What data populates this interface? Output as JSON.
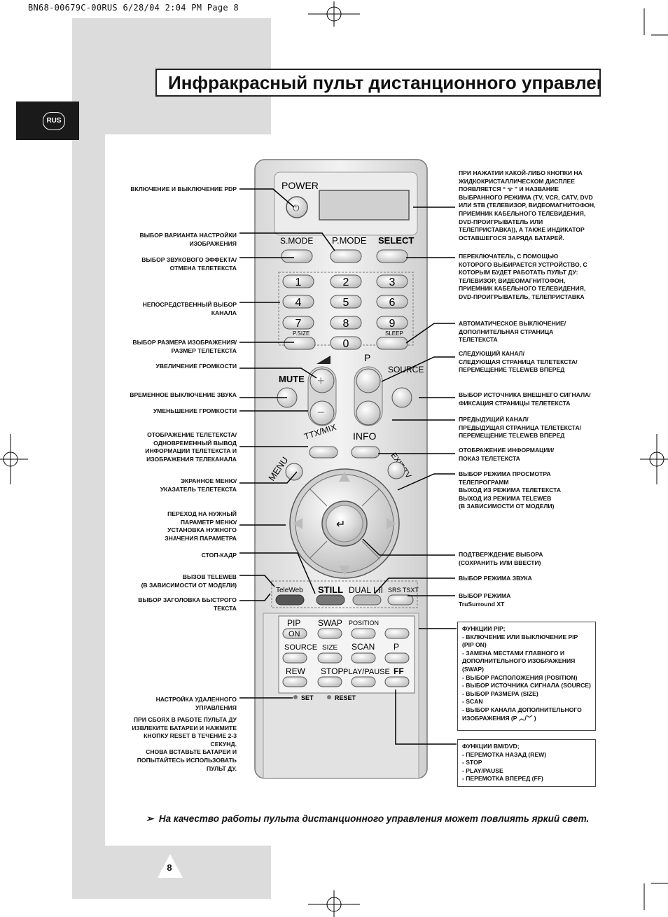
{
  "header": {
    "text": "BN68-00679C-00RUS  6/28/04 2:04 PM  Page 8"
  },
  "lang_tab": {
    "label": "RUS"
  },
  "title": "Инфракрасный пульт дистанционного управления",
  "left_labels": [
    "ВКЛЮЧЕНИЕ И ВЫКЛЮЧЕНИЕ PDP",
    "ВЫБОР ВАРИАНТА НАСТРОЙКИ\nИЗОБРАЖЕНИЯ",
    "ВЫБОР ЗВУКОВОГО ЭФФЕКТА/\nОТМЕНА ТЕЛЕТЕКСТА",
    "НЕПОСРЕДСТВЕННЫЙ ВЫБОР\nКАНАЛА",
    "ВЫБОР РАЗМЕРА ИЗОБРАЖЕНИЯ/\nРАЗМЕР ТЕЛЕТЕКСТА",
    "УВЕЛИЧЕНИЕ ГРОМКОСТИ",
    "ВРЕМЕННОЕ ВЫКЛЮЧЕНИЕ ЗВУКА",
    "УМЕНЬШЕНИЕ ГРОМКОСТИ",
    "ОТОБРАЖЕНИЕ ТЕЛЕТЕКСТА/\nОДНОВРЕМЕННЫЙ ВЫВОД\nИНФОРМАЦИИ ТЕЛЕТЕКСТА И\nИЗОБРАЖЕНИЯ ТЕЛЕКАНАЛА",
    "ЭКРАННОЕ МЕНЮ/\nУКАЗАТЕЛЬ ТЕЛЕТЕКСТА",
    "ПЕРЕХОД НА НУЖНЫЙ\nПАРАМЕТР МЕНЮ/\nУСТАНОВКА НУЖНОГО\nЗНАЧЕНИЯ ПАРАМЕТРА",
    "СТОП-КАДР",
    "ВЫЗОВ TELEWEB\n(В ЗАВИСИМОСТИ ОТ МОДЕЛИ)",
    "ВЫБОР ЗАГОЛОВКА БЫСТРОГО\nТЕКСТА",
    "НАСТРОЙКА УДАЛЕННОГО\nУПРАВЛЕНИЯ",
    "ПРИ СБОЯХ В РАБОТЕ ПУЛЬТА ДУ\nИЗВЛЕКИТЕ БАТАРЕИ И НАЖМИТЕ\nКНОПКУ RESET В ТЕЧЕНИЕ 2-3\nСЕКУНД.\nСНОВА ВСТАВЬТЕ БАТАРЕИ И\nПОПЫТАЙТЕСЬ ИСПОЛЬЗОВАТЬ\nПУЛЬТ ДУ."
  ],
  "right_labels": [
    "ПРИ НАЖАТИИ КАКОЙ-ЛИБО КНОПКИ НА\nЖИДКОКРИСТАЛЛИЧЕСКОМ ДИСПЛЕЕ\nПОЯВЛЯЕТСЯ “ ᯤ ” И НАЗВАНИЕ\nВЫБРАННОГО РЕЖИМА (TV, VCR, CATV, DVD\nИЛИ STB (ТЕЛЕВИЗОР, ВИДЕОМАГНИТОФОН,\nПРИЕМНИК КАБЕЛЬНОГО ТЕЛЕВИДЕНИЯ,\nDVD-ПРОИГРЫВАТЕЛЬ ИЛИ\nТЕЛЕПРИСТАВКА)), А ТАКЖЕ ИНДИКАТОР\nОСТАВШЕГОСЯ ЗАРЯДА БАТАРЕЙ.",
    "ПЕРЕКЛЮЧАТЕЛЬ, С ПОМОЩЬЮ\nКОТОРОГО ВЫБИРАЕТСЯ УСТРОЙСТВО, С\nКОТОРЫМ БУДЕТ РАБОТАТЬ ПУЛЬТ ДУ:\nТЕЛЕВИЗОР, ВИДЕОМАГНИТОФОН,\nПРИЕМНИК КАБЕЛЬНОГО ТЕЛЕВИДЕНИЯ,\nDVD-ПРОИГРЫВАТЕЛЬ, ТЕЛЕПРИСТАВКА",
    "АВТОМАТИЧЕСКОЕ ВЫКЛЮЧЕНИЕ/\nДОПОЛНИТЕЛЬНАЯ СТРАНИЦА\nТЕЛЕТЕКСТА",
    "СЛЕДУЮЩИЙ КАНАЛ/\nСЛЕДУЮЩАЯ СТРАНИЦА ТЕЛЕТЕКСТА/\nПЕРЕМЕЩЕНИЕ TELEWEB ВПЕРЕД",
    "ВЫБОР ИСТОЧНИКА ВНЕШНЕГО СИГНАЛА/\nФИКСАЦИЯ СТРАНИЦЫ ТЕЛЕТЕКСТА",
    "ПРЕДЫДУЩИЙ КАНАЛ/\nПРЕДЫДУЩАЯ СТРАНИЦА ТЕЛЕТЕКСТА/\nПЕРЕМЕЩЕНИЕ TELEWEB ВПЕРЕД",
    "ОТОБРАЖЕНИЕ ИНФОРМАЦИИ/\nПОКАЗ ТЕЛЕТЕКСТА",
    "ВЫБОР РЕЖИМА ПРОСМОТРА\nТЕЛЕПРОГРАММ\nВЫХОД ИЗ РЕЖИМА ТЕЛЕТЕКСТА\nВЫХОД ИЗ РЕЖИМА TELEWEB\n(В ЗАВИСИМОСТИ ОТ МОДЕЛИ)",
    "ПОДТВЕРЖДЕНИЕ ВЫБОРА\n(СОХРАНИТЬ ИЛИ ВВЕСТИ)",
    "ВЫБОР РЕЖИМА ЗВУКА",
    "ВЫБОР РЕЖИМА\nTruSurround XT"
  ],
  "pip_box": "ФУНКЦИИ PIP;\n- ВКЛЮЧЕНИЕ ИЛИ ВЫКЛЮЧЕНИЕ PIP\n   (PIP ON)\n- ЗАМЕНА МЕСТАМИ ГЛАВНОГО И\n   ДОПОЛНИТЕЛЬНОГО ИЗОБРАЖЕНИЯ\n   (SWAP)\n- ВЫБОР РАСПОЛОЖЕНИЯ (POSITION)\n- ВЫБОР ИСТОЧНИКА СИГНАЛА (SOURCE)\n- ВЫБОР РАЗМЕРА (SIZE)\n- SCAN\n- ВЫБОР КАНАЛА ДОПОЛНИТЕЛЬНОГО\n   ИЗОБРАЖЕНИЯ (P ︿/﹀ )",
  "dvd_box": "ФУНКЦИИ ВМ/DVD;\n- ПЕРЕМОТКА НАЗАД (REW)\n- STOP\n- PLAY/PAUSE\n- ПЕРЕМОТКА ВПЕРЕД (FF)",
  "note": "На качество работы пульта дистанционного управления может повлиять яркий свет.",
  "note_marker": "➢",
  "page_number": "8",
  "remote": {
    "power": "POWER",
    "smode": "S.MODE",
    "pmode": "P.MODE",
    "select": "SELECT",
    "digits": [
      "1",
      "2",
      "3",
      "4",
      "5",
      "6",
      "7",
      "8",
      "9",
      "0"
    ],
    "psize": "P.SIZE",
    "sleep": "SLEEP",
    "mute": "MUTE",
    "p": "P",
    "source": "SOURCE",
    "ttxmix": "TTX/MIX",
    "info": "INFO",
    "menu": "MENU",
    "exittv": "EXIT/TV",
    "teleweb": "TeleWeb",
    "still": "STILL",
    "dual": "DUAL I-II",
    "srs": "SRS TSXT",
    "pip": "PIP",
    "on": "ON",
    "swap": "SWAP",
    "position": "POSITION",
    "pip_source": "SOURCE",
    "size": "SIZE",
    "scan": "SCAN",
    "pip_p": "P",
    "rew": "REW",
    "stop": "STOP",
    "playpause": "PLAY/PAUSE",
    "ff": "FF",
    "set": "SET",
    "reset": "RESET"
  }
}
